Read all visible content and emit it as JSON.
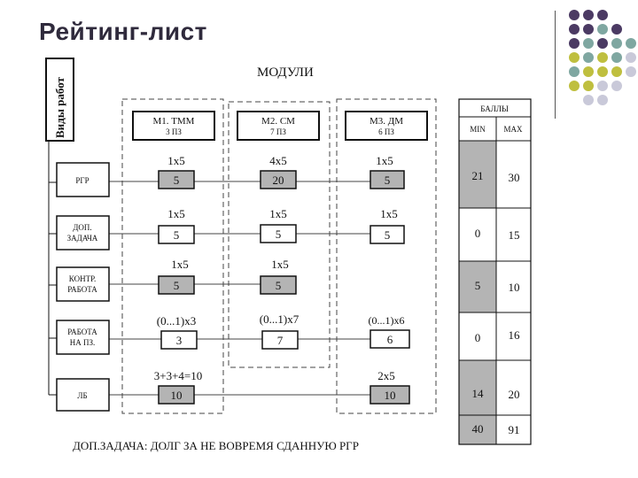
{
  "title": "Рейтинг-лист",
  "diagram": {
    "vertical_header": "Виды работ",
    "modules_header": "МОДУЛИ",
    "modules": [
      {
        "name": "М1. ТММ",
        "sub": "3 ПЗ"
      },
      {
        "name": "М2. СМ",
        "sub": "7 ПЗ"
      },
      {
        "name": "М3. ДМ",
        "sub": "6 ПЗ"
      }
    ],
    "activities": [
      {
        "name": "РГР",
        "name2": ""
      },
      {
        "name": "ДОП.",
        "name2": "ЗАДАЧА"
      },
      {
        "name": "КОНТР.",
        "name2": "РАБОТА"
      },
      {
        "name": "РАБОТА",
        "name2": "НА ПЗ."
      },
      {
        "name": "ЛБ",
        "name2": ""
      }
    ],
    "cells": {
      "r1": {
        "m1_formula": "1x5",
        "m1_value": "5",
        "m2_formula": "4x5",
        "m2_value": "20",
        "m3_formula": "1x5",
        "m3_value": "5"
      },
      "r2": {
        "m1_formula": "1x5",
        "m1_value": "5",
        "m2_formula": "1x5",
        "m2_value": "5",
        "m3_formula": "1x5",
        "m3_value": "5"
      },
      "r3": {
        "m1_formula": "1x5",
        "m1_value": "5",
        "m2_formula": "1x5",
        "m2_value": "5"
      },
      "r4": {
        "m1_formula": "(0...1)x3",
        "m1_value": "3",
        "m2_formula": "(0...1)x7",
        "m2_value": "7",
        "m3_formula": "(0...1)x6",
        "m3_value": "6"
      },
      "r5": {
        "m1_formula": "3+3+4=10",
        "m1_value": "10",
        "m3_formula": "2x5",
        "m3_value": "10"
      }
    },
    "scores": {
      "header": "БАЛЛЫ",
      "min_label": "MIN",
      "max_label": "MAX",
      "rows": [
        {
          "min": "21",
          "max": "30"
        },
        {
          "min": "0",
          "max": "15"
        },
        {
          "min": "5",
          "max": "10"
        },
        {
          "min": "0",
          "max": "16"
        },
        {
          "min": "14",
          "max": "20"
        },
        {
          "min": "40",
          "max": "91"
        }
      ]
    },
    "footnote": "ДОП.ЗАДАЧА: ДОЛГ ЗА НЕ ВОВРЕМЯ СДАННУЮ РГР"
  },
  "colors": {
    "purple": "#4b3a63",
    "teal": "#7fa7a1",
    "olive": "#bfbf3f",
    "lavender": "#c9c9d9",
    "title": "#2f2a3c",
    "cell_gray": "#b4b4b4"
  }
}
